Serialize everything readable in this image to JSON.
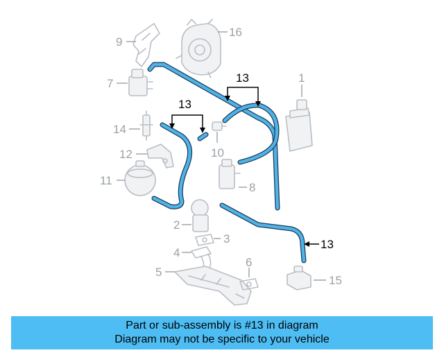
{
  "callouts": {
    "n1": "1",
    "n2": "2",
    "n3": "3",
    "n4": "4",
    "n5": "5",
    "n6": "6",
    "n7": "7",
    "n8": "8",
    "n9": "9",
    "n10": "10",
    "n11": "11",
    "n12": "12",
    "n14": "14",
    "n15": "15",
    "n16": "16",
    "n13_top": "13",
    "n13_left": "13",
    "n13_right": "13"
  },
  "highlight": {
    "part_number": "13",
    "hose_color": "#4fb3e8"
  },
  "banner": {
    "line1": "Part or sub-assembly is #13 in diagram",
    "line2": "Diagram may not be specific to your vehicle",
    "color": "#4ebdf3"
  }
}
